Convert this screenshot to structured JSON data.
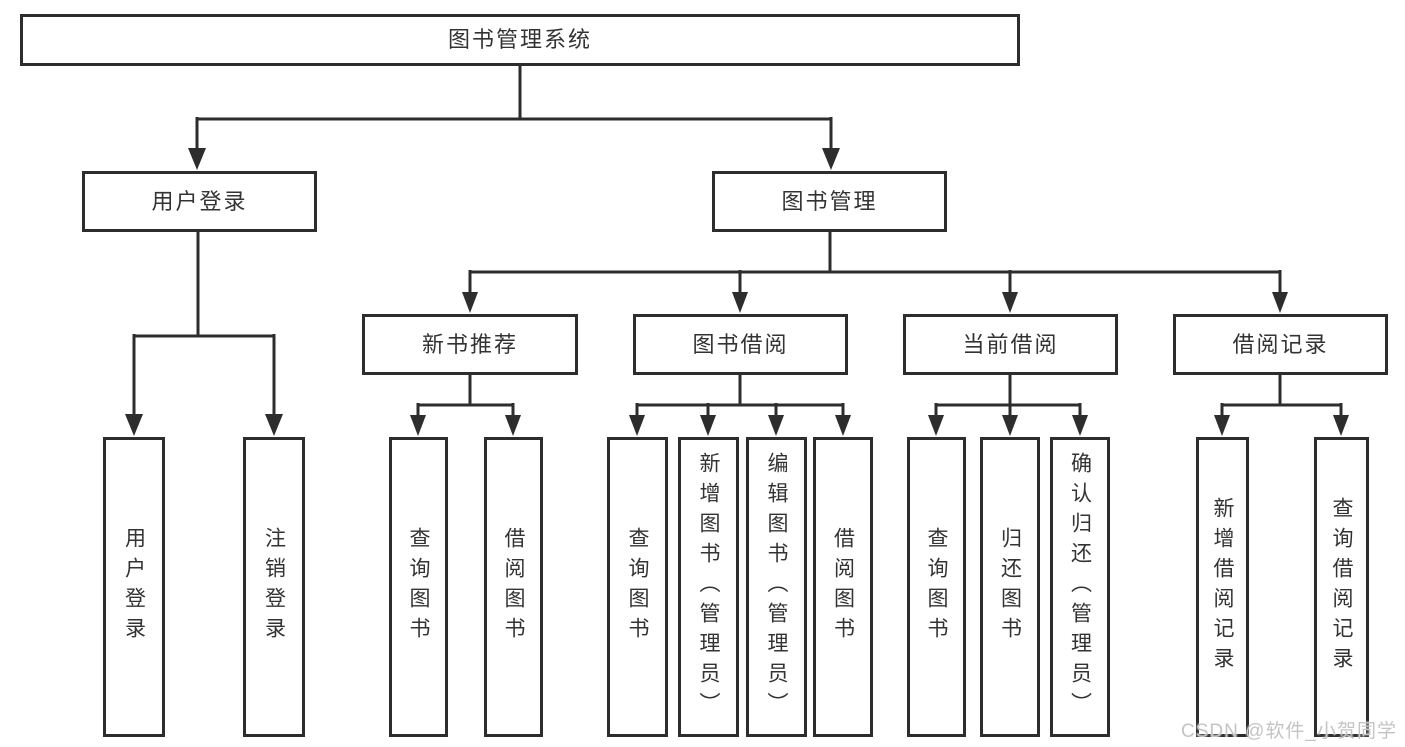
{
  "diagram": {
    "root": {
      "label": "图书管理系统"
    },
    "level2": [
      {
        "label": "用户登录"
      },
      {
        "label": "图书管理"
      }
    ],
    "level3": [
      {
        "label": "新书推荐"
      },
      {
        "label": "图书借阅"
      },
      {
        "label": "当前借阅"
      },
      {
        "label": "借阅记录"
      }
    ],
    "leaves": {
      "user_login": [
        "用户登录",
        "注销登录"
      ],
      "new_book": [
        "查询图书",
        "借阅图书"
      ],
      "borrow": [
        "查询图书",
        "新增图书（管理员）",
        "编辑图书（管理员）",
        "借阅图书"
      ],
      "current": [
        "查询图书",
        "归还图书",
        "确认归还（管理员）"
      ],
      "records": [
        "新增借阅记录",
        "查询借阅记录"
      ]
    }
  },
  "watermark": {
    "text": "CSDN @软件_小贺同学"
  },
  "colors": {
    "line": "#2d2d2d",
    "text": "#333333",
    "background": "#ffffff",
    "watermark": "#c4c4c4"
  }
}
